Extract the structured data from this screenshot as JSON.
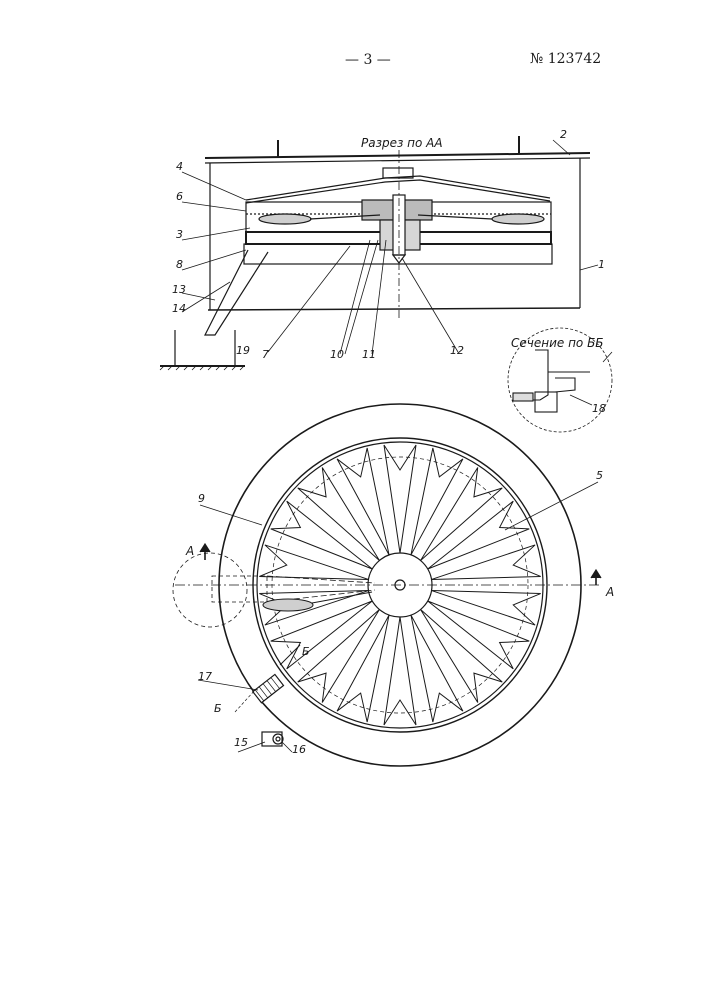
{
  "header": {
    "page_number": "— 3 —",
    "patent_number": "№ 123742"
  },
  "top_view": {
    "title": "Разрез по АА"
  },
  "detail_view": {
    "title": "Сечение по ББ"
  },
  "labels": {
    "l1": "1",
    "l2": "2",
    "l3": "3",
    "l4": "4",
    "l5": "5",
    "l6": "6",
    "l7": "7",
    "l8": "8",
    "l9": "9",
    "l10": "10",
    "l11": "11",
    "l12": "12",
    "l13": "13",
    "l14": "14",
    "l15": "15",
    "l16": "16",
    "l17": "17",
    "l18": "18",
    "l19": "19",
    "section_a_left": "А",
    "section_a_right": "А",
    "section_b_top": "Б",
    "section_b_bottom": "Б"
  }
}
